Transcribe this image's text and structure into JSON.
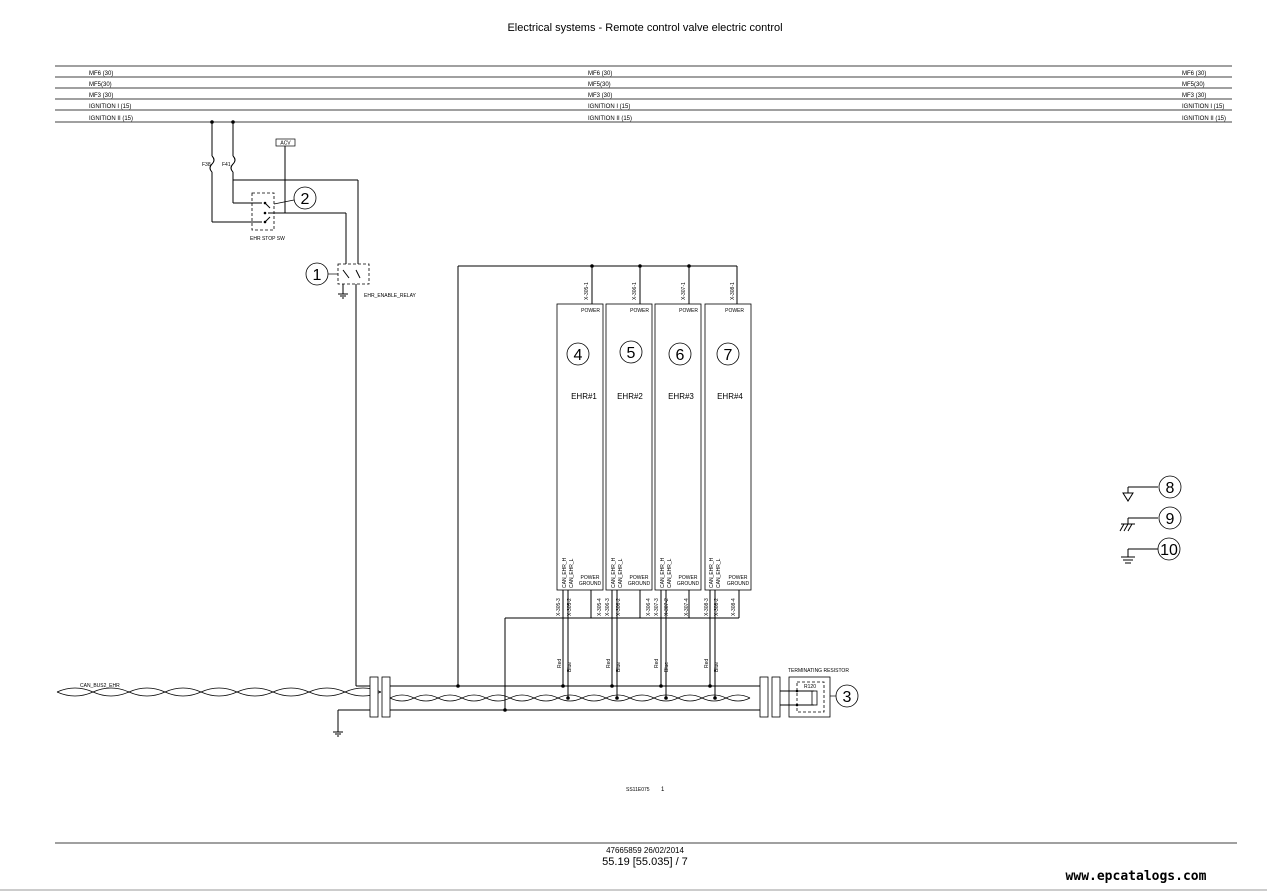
{
  "title": "Electrical systems - Remote control valve electric control",
  "busbars": [
    {
      "left": "MF6 (30)",
      "center": "MF6 (30)",
      "right": "MF6 (30)"
    },
    {
      "left": "MF5(30)",
      "center": "MF5(30)",
      "right": "MF5(30)"
    },
    {
      "left": "MF3 (30)",
      "center": "MF3 (30)",
      "right": "MF3 (30)"
    },
    {
      "left": "IGNITION I (15)",
      "center": "IGNITION I (15)",
      "right": "IGNITION I (15)"
    },
    {
      "left": "IGNITION II (15)",
      "center": "IGNITION II (15)",
      "right": "IGNITION II (15)"
    }
  ],
  "fuses": {
    "left": "F38",
    "right": "F41"
  },
  "acv_label": "ACV",
  "stop_switch_label": "EHR STOP SW",
  "relay_label": "EHR_ENABLE_RELAY",
  "callouts": [
    "1",
    "2",
    "3",
    "4",
    "5",
    "6",
    "7",
    "8",
    "9",
    "10"
  ],
  "modules": [
    {
      "name": "EHR#1",
      "power": "POWER",
      "conn_top": "X-305-1",
      "can_h": "CAN_EHR_H",
      "can_l": "CAN_EHR_L",
      "ground": [
        "POWER",
        "GROUND"
      ],
      "pins": [
        "X-305-3",
        "X-305-2",
        "X-305-4"
      ],
      "wire_colors": [
        "Red",
        "Blue"
      ]
    },
    {
      "name": "EHR#2",
      "power": "POWER",
      "conn_top": "X-306-1",
      "can_h": "CAN_EHR_H",
      "can_l": "CAN_EHR_L",
      "ground": [
        "POWER",
        "GROUND"
      ],
      "pins": [
        "X-306-3",
        "X-306-2",
        "X-306-4"
      ],
      "wire_colors": [
        "Red",
        "Blue"
      ]
    },
    {
      "name": "EHR#3",
      "power": "POWER",
      "conn_top": "X-307-1",
      "can_h": "CAN_EHR_H",
      "can_l": "CAN_EHR_L",
      "ground": [
        "POWER",
        "GROUND"
      ],
      "pins": [
        "X-307-3",
        "X-307-2",
        "X-307-4"
      ],
      "wire_colors": [
        "Red",
        "Blue"
      ]
    },
    {
      "name": "EHR#4",
      "power": "POWER",
      "conn_top": "X-308-1",
      "can_h": "CAN_EHR_H",
      "can_l": "CAN_EHR_L",
      "ground": [
        "POWER",
        "GROUND"
      ],
      "pins": [
        "X-308-3",
        "X-308-2",
        "X-308-4"
      ],
      "wire_colors": [
        "Red",
        "Blue"
      ]
    }
  ],
  "can_label": "CAN_BUS2_EHR",
  "terminating_resistor_label": "TERMINATING RESISTOR",
  "resistor_value": "R120",
  "drawing_ref": {
    "code": "SS11E075",
    "sheet": "1"
  },
  "footer": {
    "doc": "47665859 26/02/2014",
    "page": "55.19 [55.035] / 7"
  },
  "watermark": "www.epcatalogs.com"
}
